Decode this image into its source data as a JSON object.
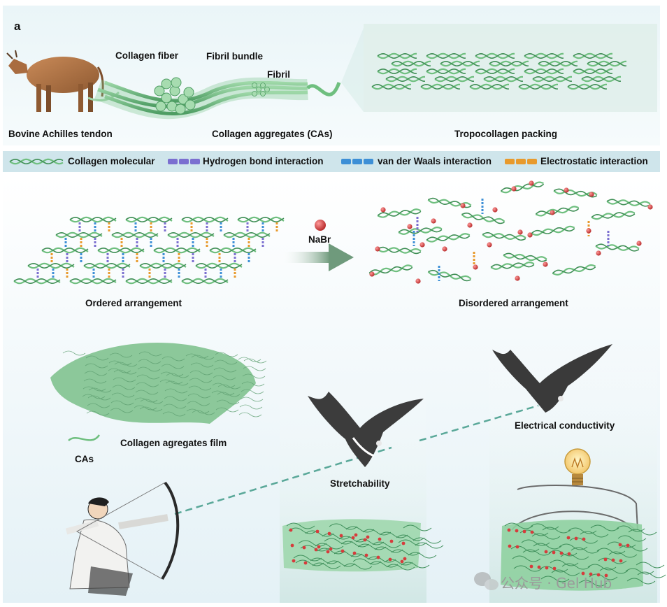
{
  "panel_letter": "a",
  "top": {
    "source_label": "Bovine Achilles tendon",
    "fiber_label": "Collagen fiber",
    "bundle_label": "Fibril bundle",
    "fibril_label": "Fibril",
    "aggregates_label": "Collagen aggregates (CAs)",
    "packing_label": "Tropocollagen packing"
  },
  "legend": {
    "items": [
      {
        "label": "Collagen molecular",
        "color": "#6fbf7f"
      },
      {
        "label": "Hydrogen bond interaction",
        "color": "#7b6fd0"
      },
      {
        "label": "van der Waals interaction",
        "color": "#3d8fd6"
      },
      {
        "label": "Electrostatic interaction",
        "color": "#e89a2c"
      }
    ]
  },
  "middle": {
    "ordered_label": "Ordered arrangement",
    "disordered_label": "Disordered arrangement",
    "reagent_label": "NaBr",
    "ion_color": "#d63c3c"
  },
  "bottom": {
    "film_label": "Collagen agregates film",
    "cas_label": "CAs",
    "stretch_label": "Stretchability",
    "conductivity_label": "Electrical conductivity"
  },
  "watermark": {
    "text": "公众号 · Gel Hub"
  },
  "colors": {
    "collagen_green": "#6fbf7f",
    "accent_teal": "#5aa899",
    "panel_bg": "#e8f3f7"
  }
}
